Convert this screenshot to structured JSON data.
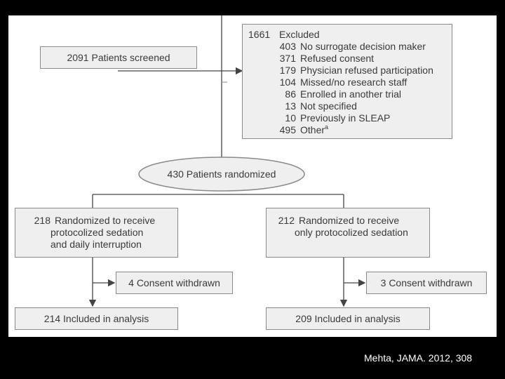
{
  "screened": {
    "count": "2091",
    "label": "Patients screened"
  },
  "excluded": {
    "count": "1661",
    "label": "Excluded",
    "reasons": [
      {
        "count": "403",
        "label": "No surrogate decision maker"
      },
      {
        "count": "371",
        "label": "Refused consent"
      },
      {
        "count": "179",
        "label": "Physician refused participation"
      },
      {
        "count": "104",
        "label": "Missed/no research staff"
      },
      {
        "count": "86",
        "label": "Enrolled in another trial"
      },
      {
        "count": "13",
        "label": "Not specified"
      },
      {
        "count": "10",
        "label": "Previously in SLEAP"
      },
      {
        "count": "495",
        "label": "Other",
        "superscript": "a"
      }
    ]
  },
  "randomized": {
    "count": "430",
    "label": "Patients randomized"
  },
  "arms": [
    {
      "count": "218",
      "label_lines": [
        "Randomized to receive",
        "protocolized sedation",
        "and daily interruption"
      ],
      "withdrawn": {
        "count": "4",
        "label": "Consent withdrawn"
      },
      "analyzed": {
        "count": "214",
        "label": "Included in analysis"
      }
    },
    {
      "count": "212",
      "label_lines": [
        "Randomized to receive",
        "only protocolized sedation"
      ],
      "withdrawn": {
        "count": "3",
        "label": "Consent withdrawn"
      },
      "analyzed": {
        "count": "209",
        "label": "Included in analysis"
      }
    }
  ],
  "caption": "Mehta, JAMA. 2012, 308",
  "colors": {
    "background": "#000000",
    "panel": "#ffffff",
    "box_fill": "#efefef",
    "box_border": "#8a8a8a",
    "text": "#3a3a3a",
    "line": "#444444"
  }
}
